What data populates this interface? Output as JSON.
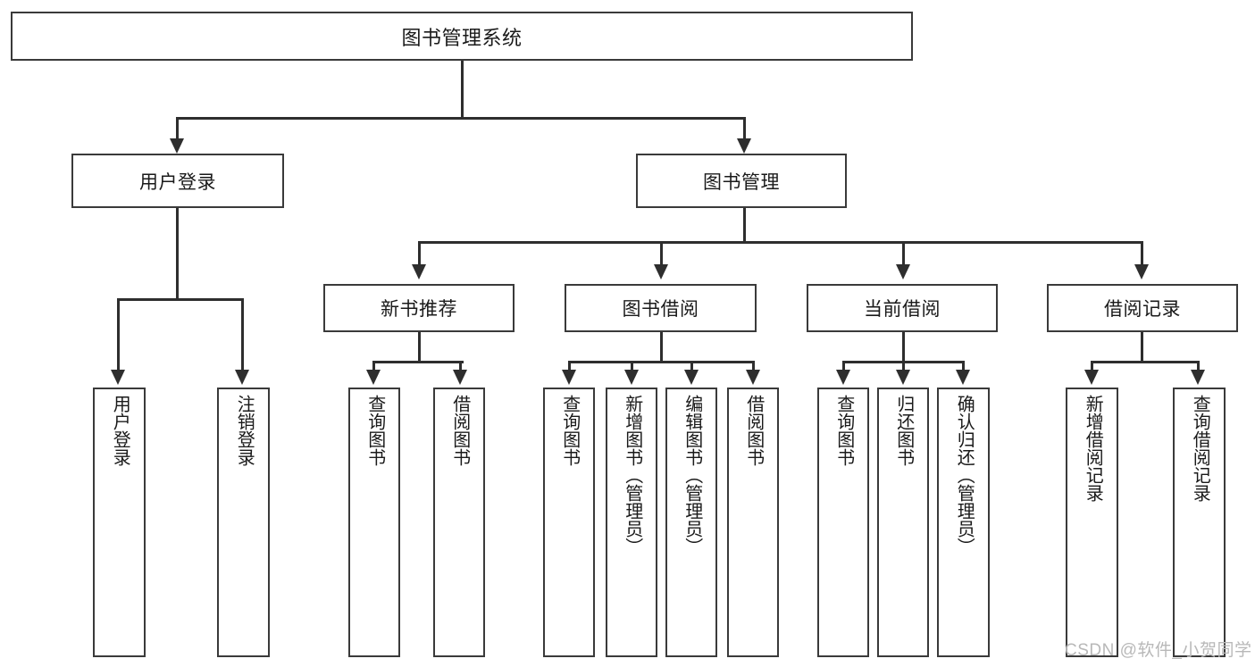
{
  "diagram": {
    "type": "tree-hierarchy-flowchart",
    "root": {
      "id": "root",
      "label": "图书管理系统"
    },
    "level1": [
      {
        "id": "user-login",
        "label": "用户登录"
      },
      {
        "id": "book-management",
        "label": "图书管理"
      }
    ],
    "level2": [
      {
        "id": "new-book-recommend",
        "label": "新书推荐",
        "parent": "book-management"
      },
      {
        "id": "book-borrow",
        "label": "图书借阅",
        "parent": "book-management"
      },
      {
        "id": "current-borrow",
        "label": "当前借阅",
        "parent": "book-management"
      },
      {
        "id": "borrow-record",
        "label": "借阅记录",
        "parent": "book-management"
      }
    ],
    "leaves": [
      {
        "id": "leaf-user-login",
        "label": "用户登录",
        "parent": "user-login"
      },
      {
        "id": "leaf-logout-login",
        "label": "注销登录",
        "parent": "user-login"
      },
      {
        "id": "leaf-query-book-1",
        "label": "查询图书",
        "parent": "new-book-recommend"
      },
      {
        "id": "leaf-borrow-book-1",
        "label": "借阅图书",
        "parent": "new-book-recommend"
      },
      {
        "id": "leaf-query-book-2",
        "label": "查询图书",
        "parent": "book-borrow"
      },
      {
        "id": "leaf-add-book",
        "label": "新增图书（管理员）",
        "parent": "book-borrow"
      },
      {
        "id": "leaf-edit-book",
        "label": "编辑图书（管理员）",
        "parent": "book-borrow"
      },
      {
        "id": "leaf-borrow-book-2",
        "label": "借阅图书",
        "parent": "book-borrow"
      },
      {
        "id": "leaf-query-book-3",
        "label": "查询图书",
        "parent": "current-borrow"
      },
      {
        "id": "leaf-return-book",
        "label": "归还图书",
        "parent": "current-borrow"
      },
      {
        "id": "leaf-confirm-return",
        "label": "确认归还（管理员）",
        "parent": "current-borrow"
      },
      {
        "id": "leaf-add-record",
        "label": "新增借阅记录",
        "parent": "borrow-record"
      },
      {
        "id": "leaf-query-record",
        "label": "查询借阅记录",
        "parent": "borrow-record"
      }
    ],
    "watermark": "CSDN @软件_小贺同学",
    "colors": {
      "stroke": "#3a3a3a",
      "connector": "#2e2e2e",
      "background": "#ffffff",
      "text": "#1a1a1a",
      "watermark": "#b8b8b8"
    }
  }
}
